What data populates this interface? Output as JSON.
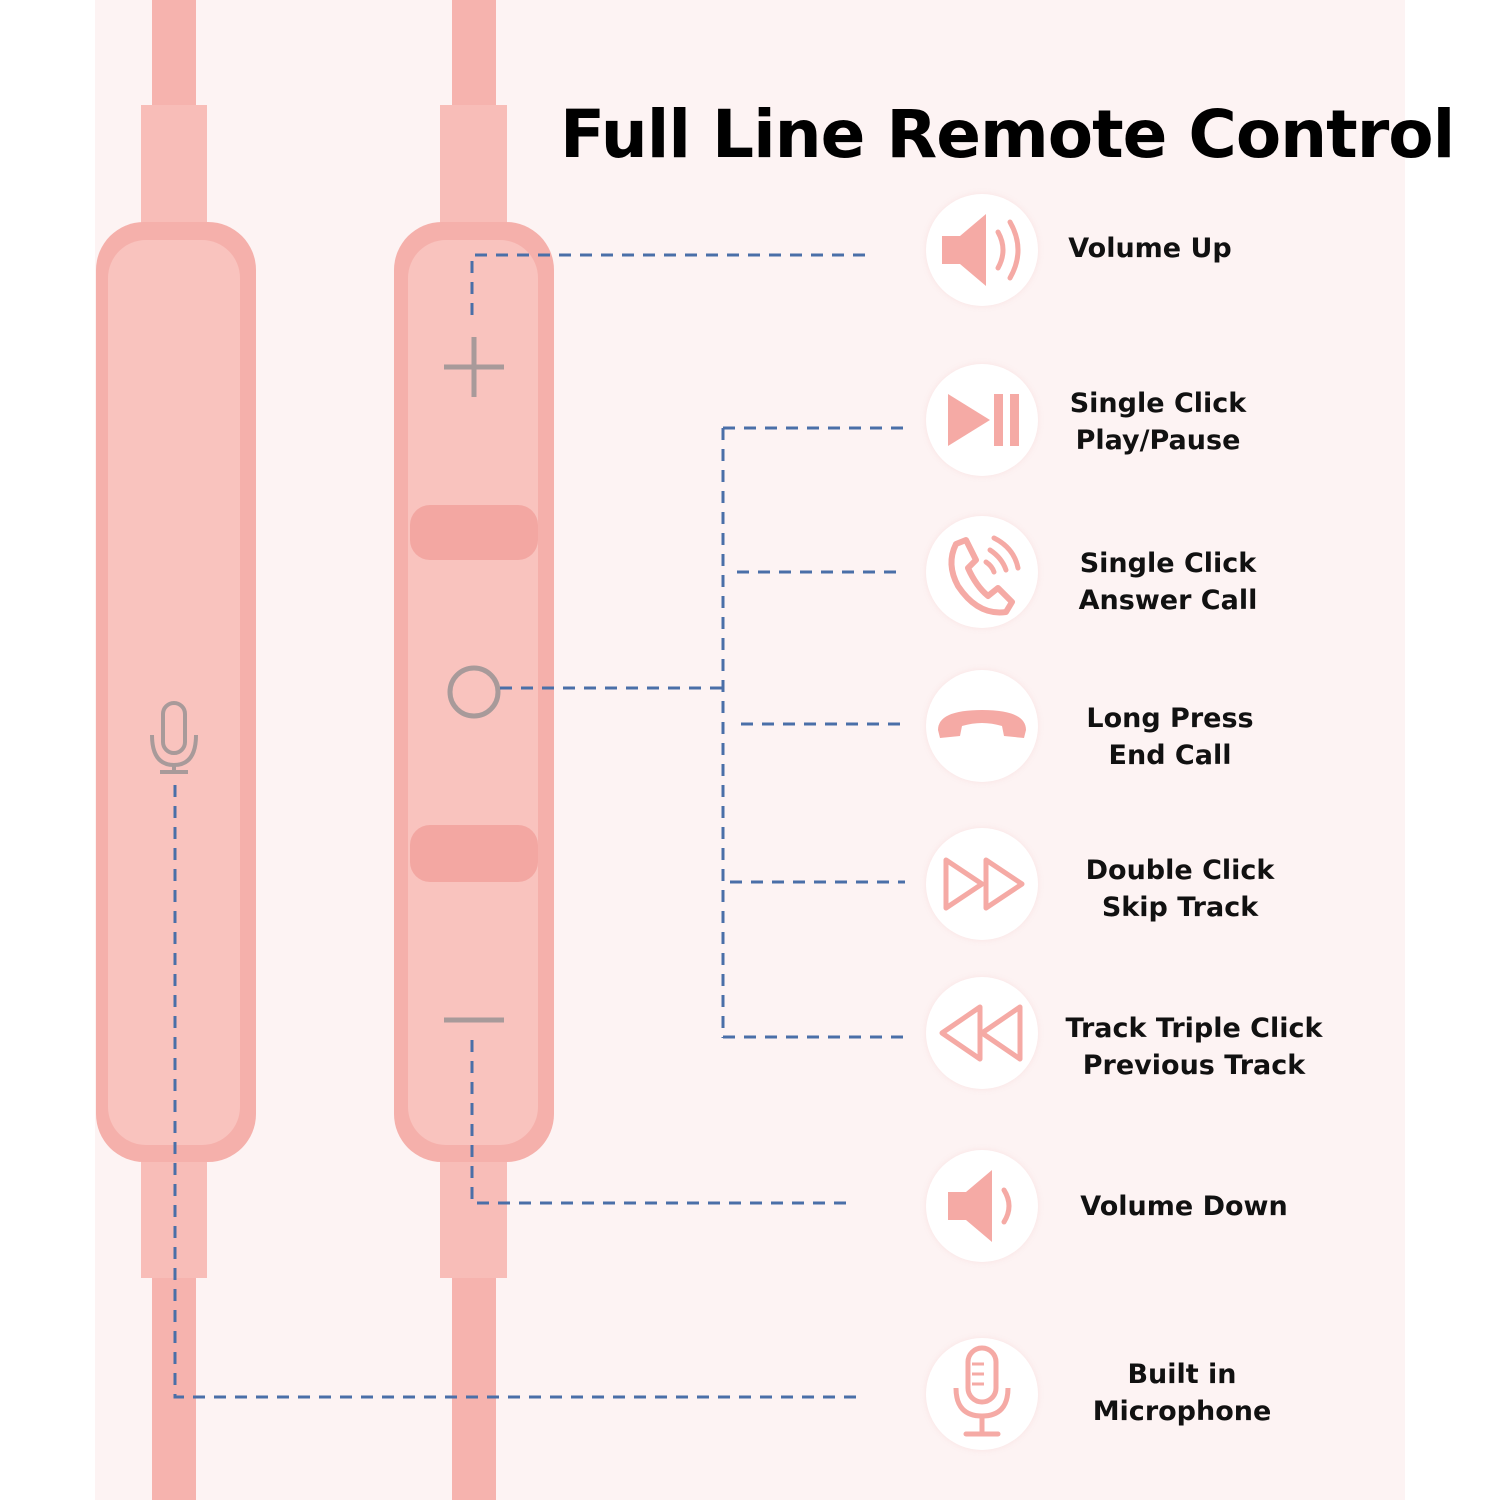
{
  "title": "Full Line Remote Control",
  "colors": {
    "cable": "#f6b3ae",
    "icon": "#f5aaa5",
    "dash": "#4a6fa8",
    "background": "#fdf3f3"
  },
  "features": [
    {
      "icon": "speaker-volume-up-icon",
      "lines": [
        "Volume Up"
      ]
    },
    {
      "icon": "play-pause-icon",
      "lines": [
        "Single Click",
        "Play/Pause"
      ]
    },
    {
      "icon": "phone-ringing-icon",
      "lines": [
        "Single Click",
        "Answer Call"
      ]
    },
    {
      "icon": "phone-hangup-icon",
      "lines": [
        "Long Press",
        "End Call"
      ]
    },
    {
      "icon": "fast-forward-icon",
      "lines": [
        "Double Click",
        "Skip Track"
      ]
    },
    {
      "icon": "rewind-icon",
      "lines": [
        "Track Triple Click",
        "Previous Track"
      ]
    },
    {
      "icon": "speaker-volume-down-icon",
      "lines": [
        "Volume Down"
      ]
    },
    {
      "icon": "microphone-icon",
      "lines": [
        "Built in",
        "Microphone"
      ]
    }
  ]
}
